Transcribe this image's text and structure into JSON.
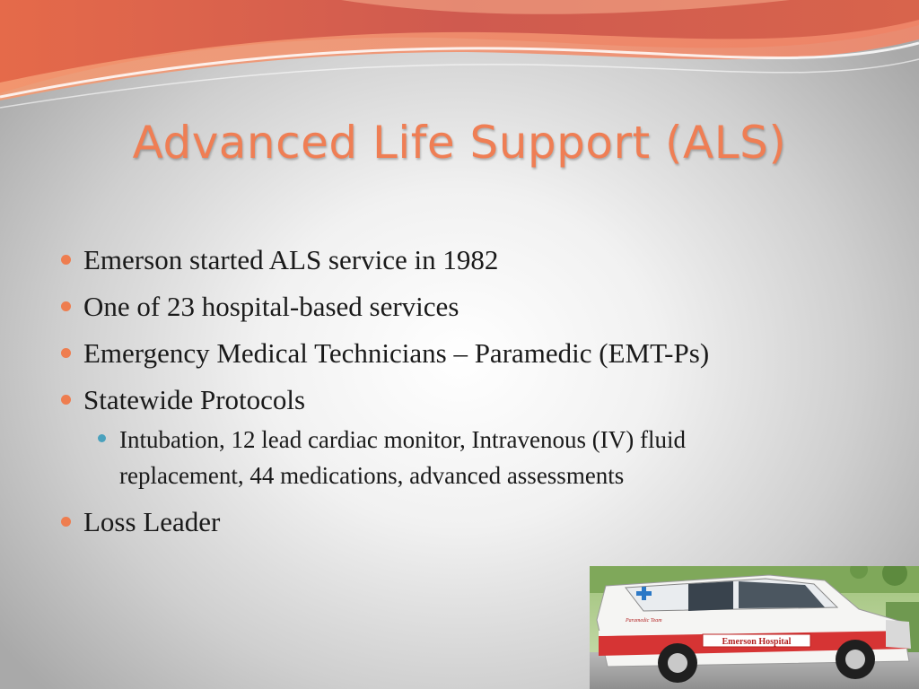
{
  "slide": {
    "title": "Advanced Life Support (ALS)",
    "bullets": [
      "Emerson started ALS service in 1982",
      "One of 23 hospital-based services",
      "Emergency Medical Technicians – Paramedic (EMT-Ps)",
      "Statewide Protocols",
      "Loss Leader"
    ],
    "sub_bullets": [
      "Intubation, 12 lead cardiac monitor, Intravenous (IV) fluid replacement, 44 medications, advanced assessments"
    ]
  },
  "photo": {
    "door_text": "Paramedic Team",
    "side_text": "Emerson Hospital"
  },
  "colors": {
    "title": "#ef7e54",
    "bullet": "#ee7d4f",
    "sub_bullet": "#4aa1bd",
    "banner_red": "#d94f3c"
  }
}
